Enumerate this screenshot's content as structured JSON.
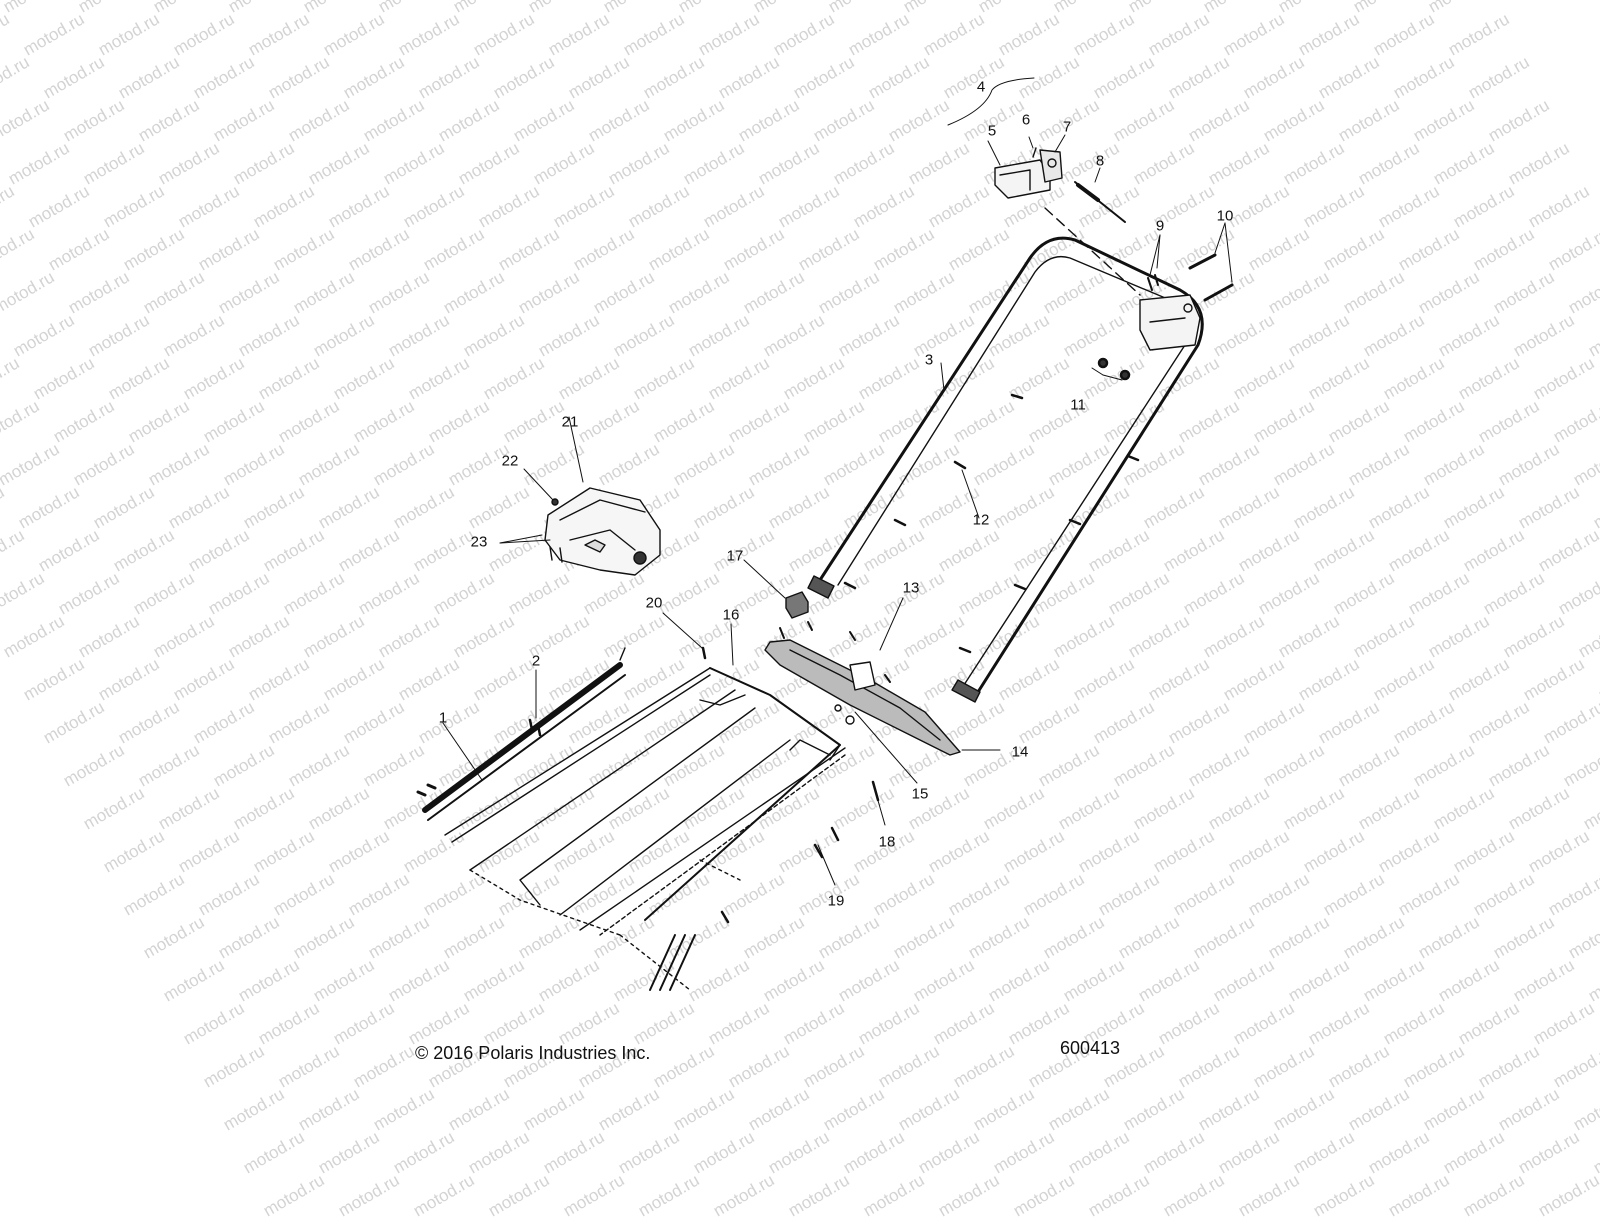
{
  "watermark": "motod.ru",
  "copyright": "© 2016 Polaris Industries Inc.",
  "figure_id": "600413",
  "callouts": [
    "1",
    "2",
    "3",
    "4",
    "5",
    "6",
    "7",
    "8",
    "9",
    "10",
    "11",
    "12",
    "13",
    "14",
    "15",
    "16",
    "17",
    "18",
    "19",
    "20",
    "21",
    "22",
    "23"
  ]
}
